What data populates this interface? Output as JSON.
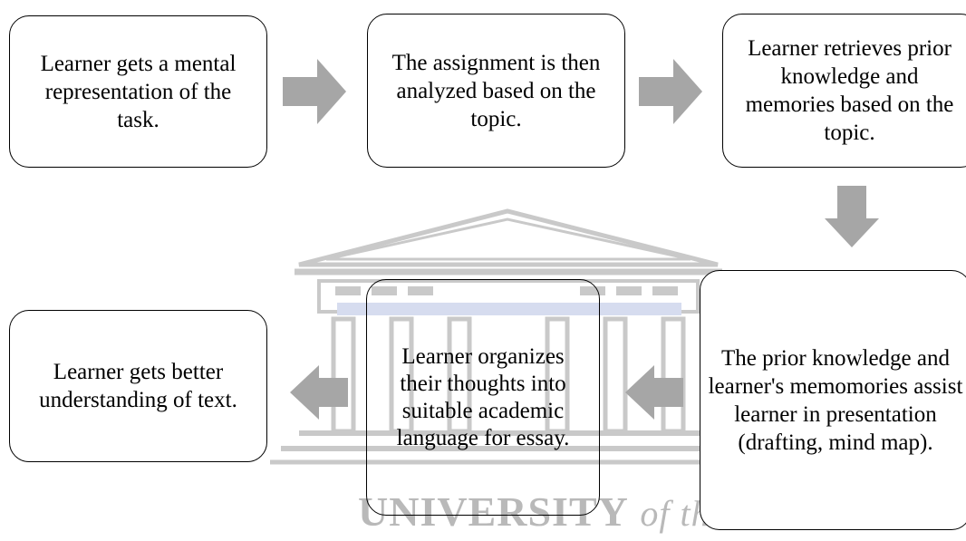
{
  "flow": {
    "steps": [
      {
        "text": "Learner gets a mental representation of the task."
      },
      {
        "text": "The assignment is then analyzed based on the topic."
      },
      {
        "text": "Learner retrieves prior knowledge and memories based on the topic."
      },
      {
        "text": "The prior knowledge and learner's memomories assist learner in presentation (drafting, mind map)."
      },
      {
        "text": "Learner organizes their thoughts into suitable academic language for essay."
      },
      {
        "text": "Learner gets better understanding of text."
      }
    ],
    "arrow_color": "#a6a6a6"
  },
  "watermark": {
    "text_bold": "UNIVERSITY",
    "text_italic": "of the",
    "color": "#b9b9b9"
  }
}
